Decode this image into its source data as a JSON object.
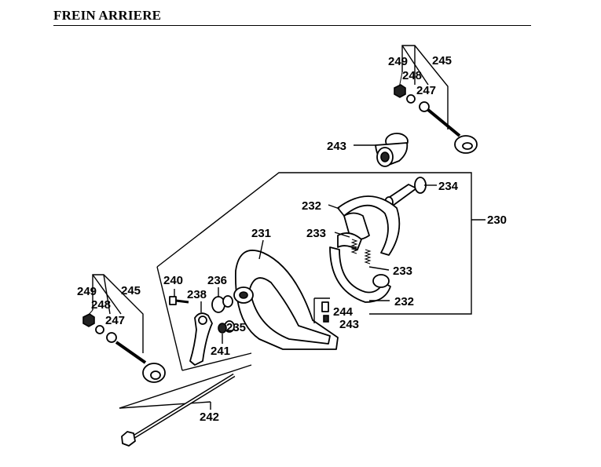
{
  "title": "FREIN ARRIERE",
  "labels": {
    "p230": "230",
    "p231": "231",
    "p232_top": "232",
    "p232_bottom": "232",
    "p233_left": "233",
    "p233_right": "233",
    "p234": "234",
    "p235": "235",
    "p236": "236",
    "p238": "238",
    "p240": "240",
    "p241": "241",
    "p242": "242",
    "p243_bushing": "243",
    "p243_bolt": "243",
    "p244": "244",
    "p245_right": "245",
    "p247_right": "247",
    "p248_right": "248",
    "p249_right": "249",
    "p245_left": "245",
    "p247_left": "247",
    "p248_left": "248",
    "p249_left": "249"
  }
}
